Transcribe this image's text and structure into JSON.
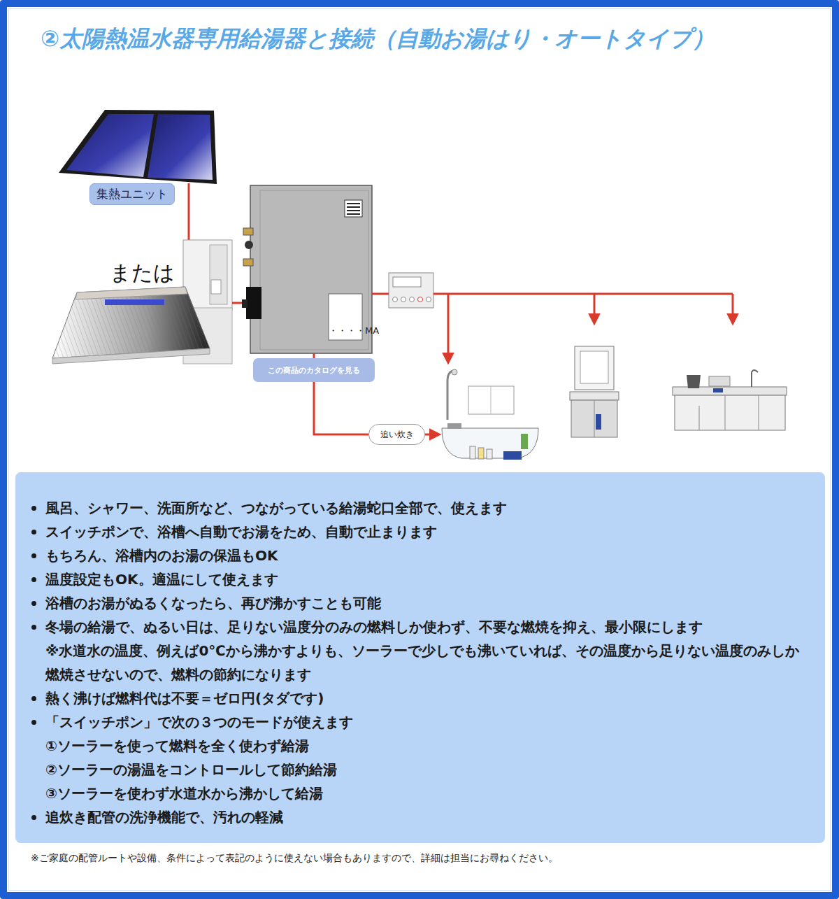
{
  "diagram": {
    "title": "②太陽熱温水器専用給湯器と接続（自動お湯はり・オートタイプ）",
    "caption": "※ご家庭の配管ルートや設備、条件によって表記のように使えない場合もありますので、詳細は担当にお尋ねください。",
    "nodes": [
      {
        "text": [
          "集熱ユニット"
        ]
      },
      {
        "text": [
          "・・・・MA"
        ]
      },
      {
        "text": [
          "この商品のカタログを見る"
        ]
      },
      {
        "text": [
          "追い炊き"
        ]
      },
      {
        "text": [
          "風呂、シャワー、洗面所など、つながっている給湯蛇口全部で、使えます",
          "スイッチポンで、浴槽へ自動でお湯をため、自動で止まります",
          "もちろん、浴槽内のお湯の保温もOK",
          "温度設定もOK。適温にして使えます",
          "浴槽のお湯がぬるくなったら、再び沸かすことも可能",
          "冬場の給湯で、ぬるい日は、足りない温度分のみの燃料しか使わず、不要な燃焼を抑え、最小限にします",
          "※水道水の温度、例えば0℃から沸かすよりも、ソーラーで少しでも沸いていれば、その温度から足りない温度のみしか燃焼させないので、燃料の節約になります",
          "熱く沸けば燃料代は不要＝ゼロ円(タダです)",
          "「スイッチポン」で次の３つのモードが使えます",
          "①ソーラーを使って燃料を全く使わず給湯",
          "②ソーラーの湯温をコントロールして節約給湯",
          "③ソーラーを使わず水道水から沸かして給湯",
          "追炊き配管の洗浄機能で、汚れの軽減"
        ]
      }
    ],
    "edges": [
      {
        "from": 2,
        "to": 3,
        "arrow": "none"
      }
    ],
    "labels": [
      "または"
    ]
  }
}
